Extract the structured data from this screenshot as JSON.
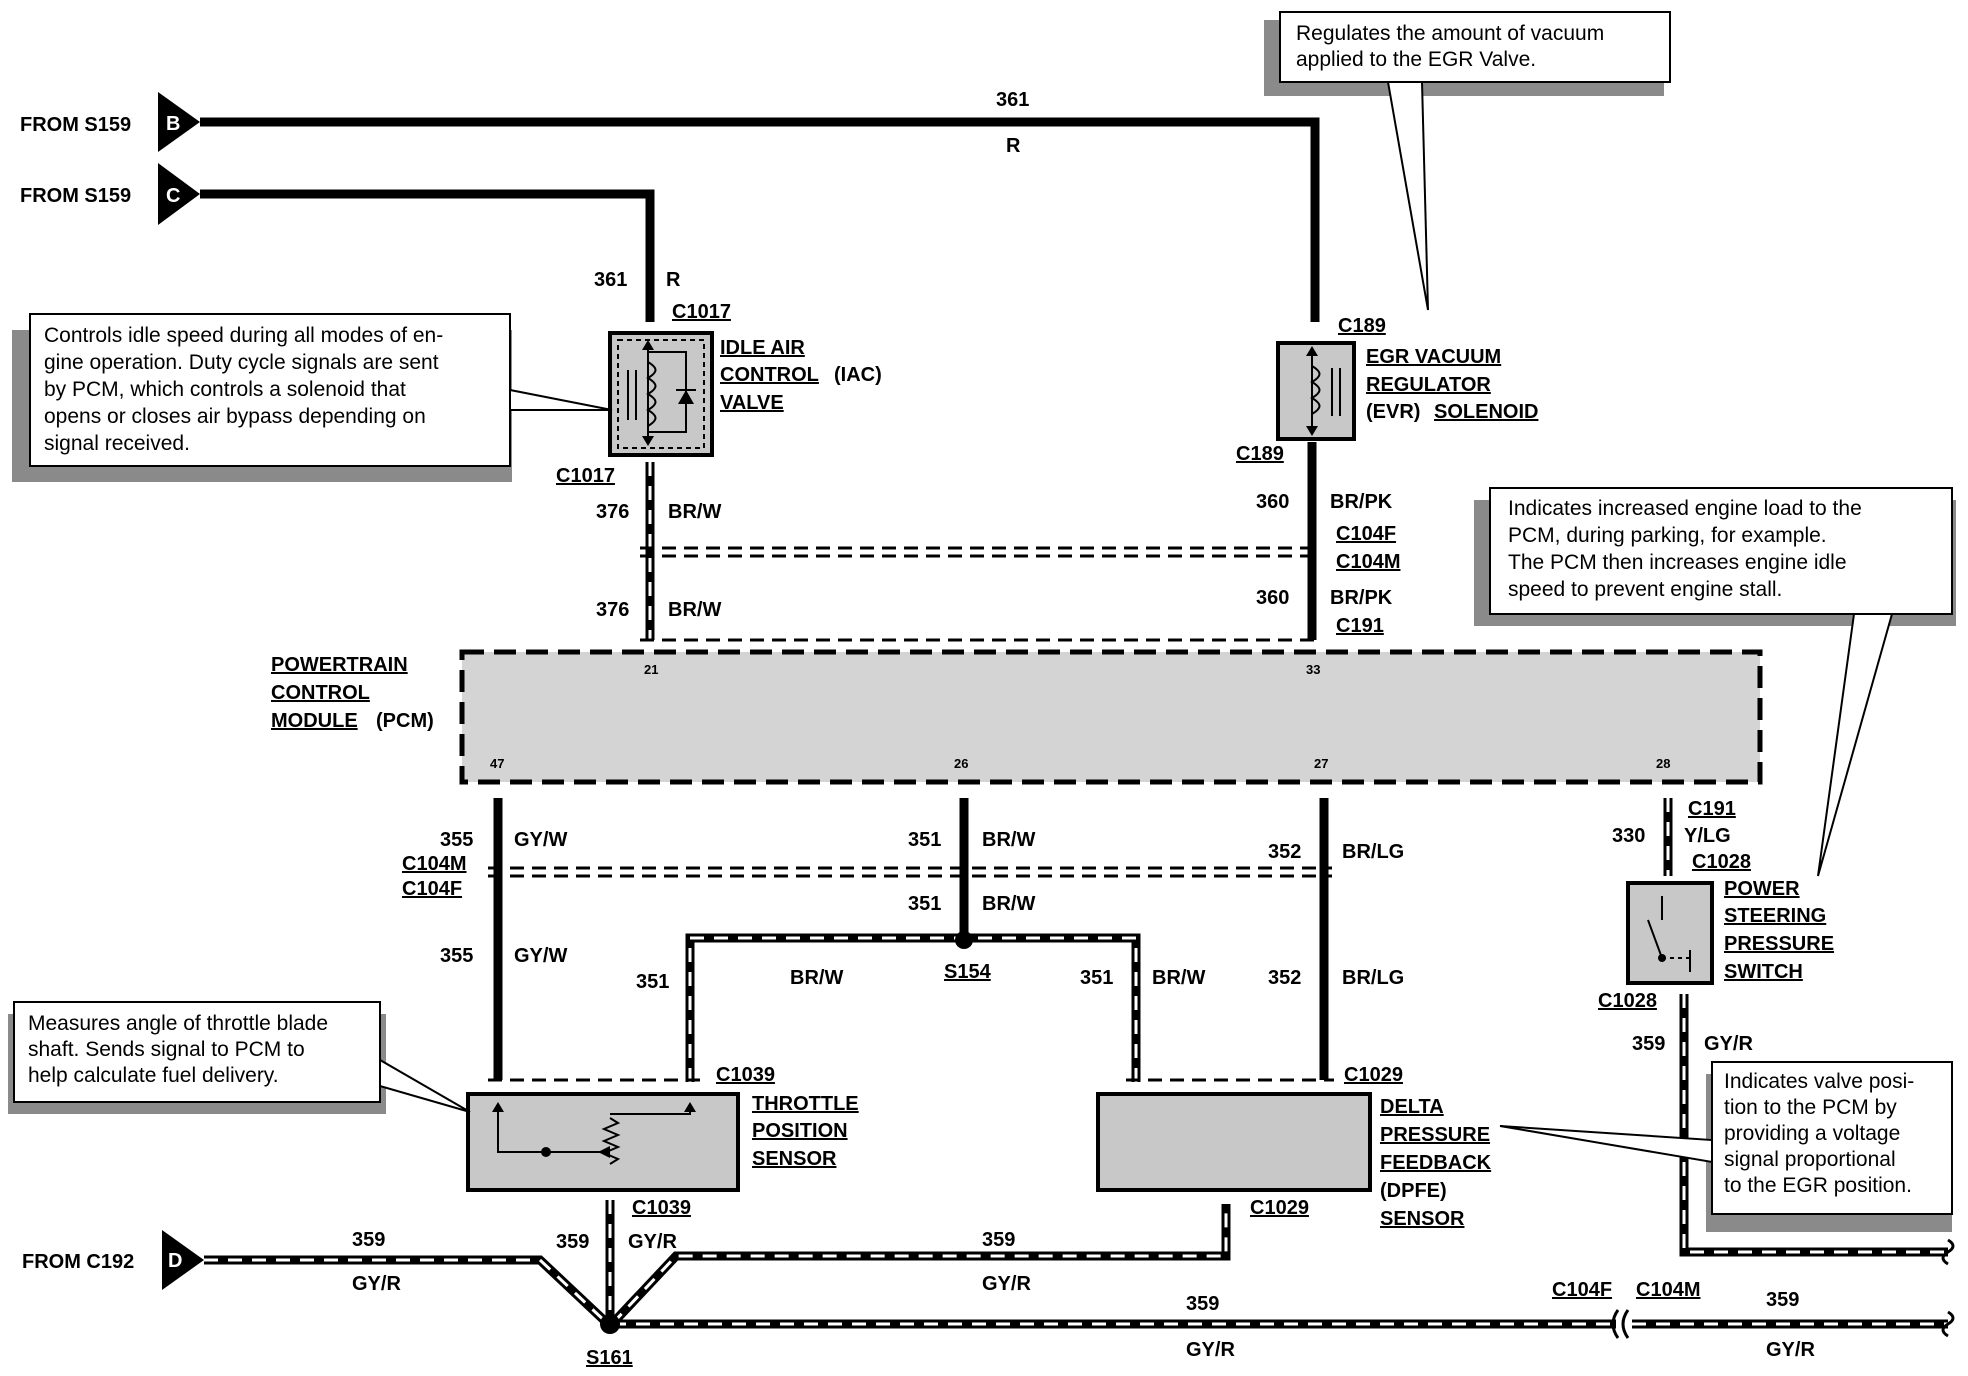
{
  "sources": {
    "b": {
      "label": "FROM S159",
      "letter": "B"
    },
    "c": {
      "label": "FROM S159",
      "letter": "C"
    },
    "d": {
      "label": "FROM C192",
      "letter": "D"
    }
  },
  "callouts": {
    "evr": [
      "Regulates the amount of vacuum",
      "applied to the EGR Valve."
    ],
    "iac": [
      "Controls idle speed during all modes of en-",
      "gine operation. Duty cycle signals are sent",
      "by PCM, which controls a solenoid that",
      "opens or closes air bypass depending on",
      "signal received."
    ],
    "ps": [
      "Indicates increased engine load to the",
      "PCM, during parking, for example.",
      "The PCM then increases engine idle",
      "speed to prevent engine stall."
    ],
    "tps": [
      "Measures angle of throttle blade",
      "shaft.  Sends signal to PCM to",
      "help calculate fuel delivery."
    ],
    "dpfe": [
      "Indicates valve posi-",
      "tion to the PCM by",
      "providing a voltage",
      "signal  proportional",
      "to the EGR position."
    ]
  },
  "components": {
    "iac": [
      "IDLE AIR",
      "CONTROL",
      "(IAC)",
      "VALVE"
    ],
    "evr": [
      "EGR VACUUM",
      "REGULATOR",
      "(EVR)",
      "SOLENOID"
    ],
    "pcm": [
      "POWERTRAIN",
      "CONTROL",
      "MODULE",
      "(PCM)"
    ],
    "ps": [
      "POWER",
      "STEERING",
      "PRESSURE",
      "SWITCH"
    ],
    "tps": [
      "THROTTLE",
      "POSITION",
      "SENSOR"
    ],
    "dpfe": [
      "DELTA",
      "PRESSURE",
      "FEEDBACK",
      "(DPFE)",
      "SENSOR"
    ]
  },
  "pins": {
    "p21": "21",
    "p33": "33",
    "p47": "47",
    "p26": "26",
    "p27": "27",
    "p28": "28"
  },
  "connectors": {
    "c1017": "C1017",
    "c189": "C189",
    "c104f": "C104F",
    "c104m": "C104M",
    "c191": "C191",
    "c1028": "C1028",
    "c1039": "C1039",
    "c1029": "C1029"
  },
  "splices": {
    "s154": "S154",
    "s161": "S161"
  },
  "wires": {
    "n361": "361",
    "r": "R",
    "n376": "376",
    "brw": "BR/W",
    "n360": "360",
    "brpk": "BR/PK",
    "n355": "355",
    "gyw": "GY/W",
    "n351": "351",
    "n352": "352",
    "brlg": "BR/LG",
    "n330": "330",
    "ylg": "Y/LG",
    "n359": "359",
    "gyr": "GY/R"
  }
}
